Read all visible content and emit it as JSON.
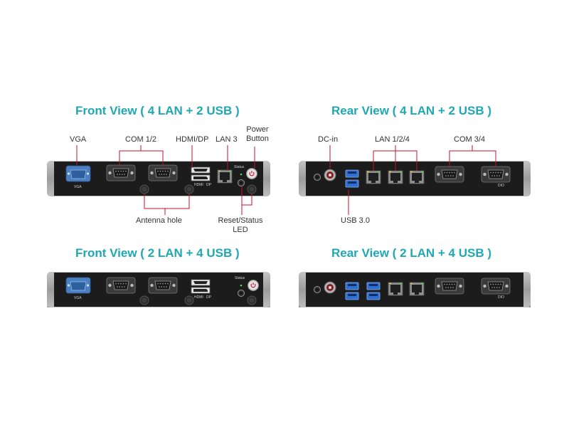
{
  "titles": {
    "front_4lan": "Front View ( 4 LAN + 2 USB )",
    "rear_4lan": "Rear View ( 4 LAN + 2 USB )",
    "front_2lan": "Front View ( 2 LAN + 4 USB )",
    "rear_2lan": "Rear View ( 2 LAN + 4 USB )"
  },
  "callouts": {
    "vga": "VGA",
    "com12": "COM 1/2",
    "hdmi_dp": "HDMI/DP",
    "lan3": "LAN 3",
    "power_line1": "Power",
    "power_line2": "Button",
    "antenna": "Antenna hole",
    "reset_line1": "Reset/Status",
    "reset_line2": "LED",
    "dcin": "DC-in",
    "lan124": "LAN 1/2/4",
    "com34": "COM 3/4",
    "usb30": "USB 3.0"
  },
  "panel_labels": {
    "vga": "VGA",
    "hdmi": "HDMI",
    "dp": "DP",
    "status": "Status",
    "com_dio": "DIO"
  },
  "colors": {
    "title": "#1fa8b4",
    "callout_line": "#c8102e",
    "chassis": "#a9a9a9",
    "panel": "#1c1c1c",
    "vga_port": "#4a7fc1",
    "usb_port": "#2f6fd0"
  }
}
